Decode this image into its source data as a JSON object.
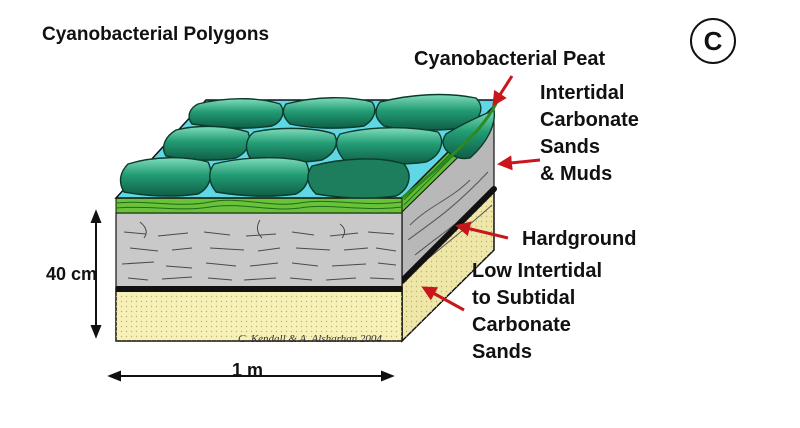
{
  "title": "Cyanobacterial Polygons",
  "panel_badge": "C",
  "labels": {
    "cyanobacterial_peat": "Cyanobacterial Peat",
    "intertidal_sands": [
      "Intertidal",
      "Carbonate",
      "Sands",
      "& Muds"
    ],
    "hardground": "Hardground",
    "low_intertidal": [
      "Low Intertidal",
      "to Subtidal",
      "Carbonate",
      "Sands"
    ]
  },
  "dimensions": {
    "height": "40 cm",
    "width": "1 m"
  },
  "credit": "C. Kendall & A. Alsharhan 2004",
  "colors": {
    "polygon_green": "#1f9a72",
    "polygon_light": "#6fd0b0",
    "polygon_dark": "#0f5e45",
    "crack_cyan": "#5fd7e4",
    "mat_green": "#69c23a",
    "mud_gray": "#c9c9c9",
    "mud_gray_dark": "#a7a7a7",
    "sand_yellow": "#f7f1b8",
    "hardground": "#111111",
    "arrow_red": "#c8171c"
  }
}
